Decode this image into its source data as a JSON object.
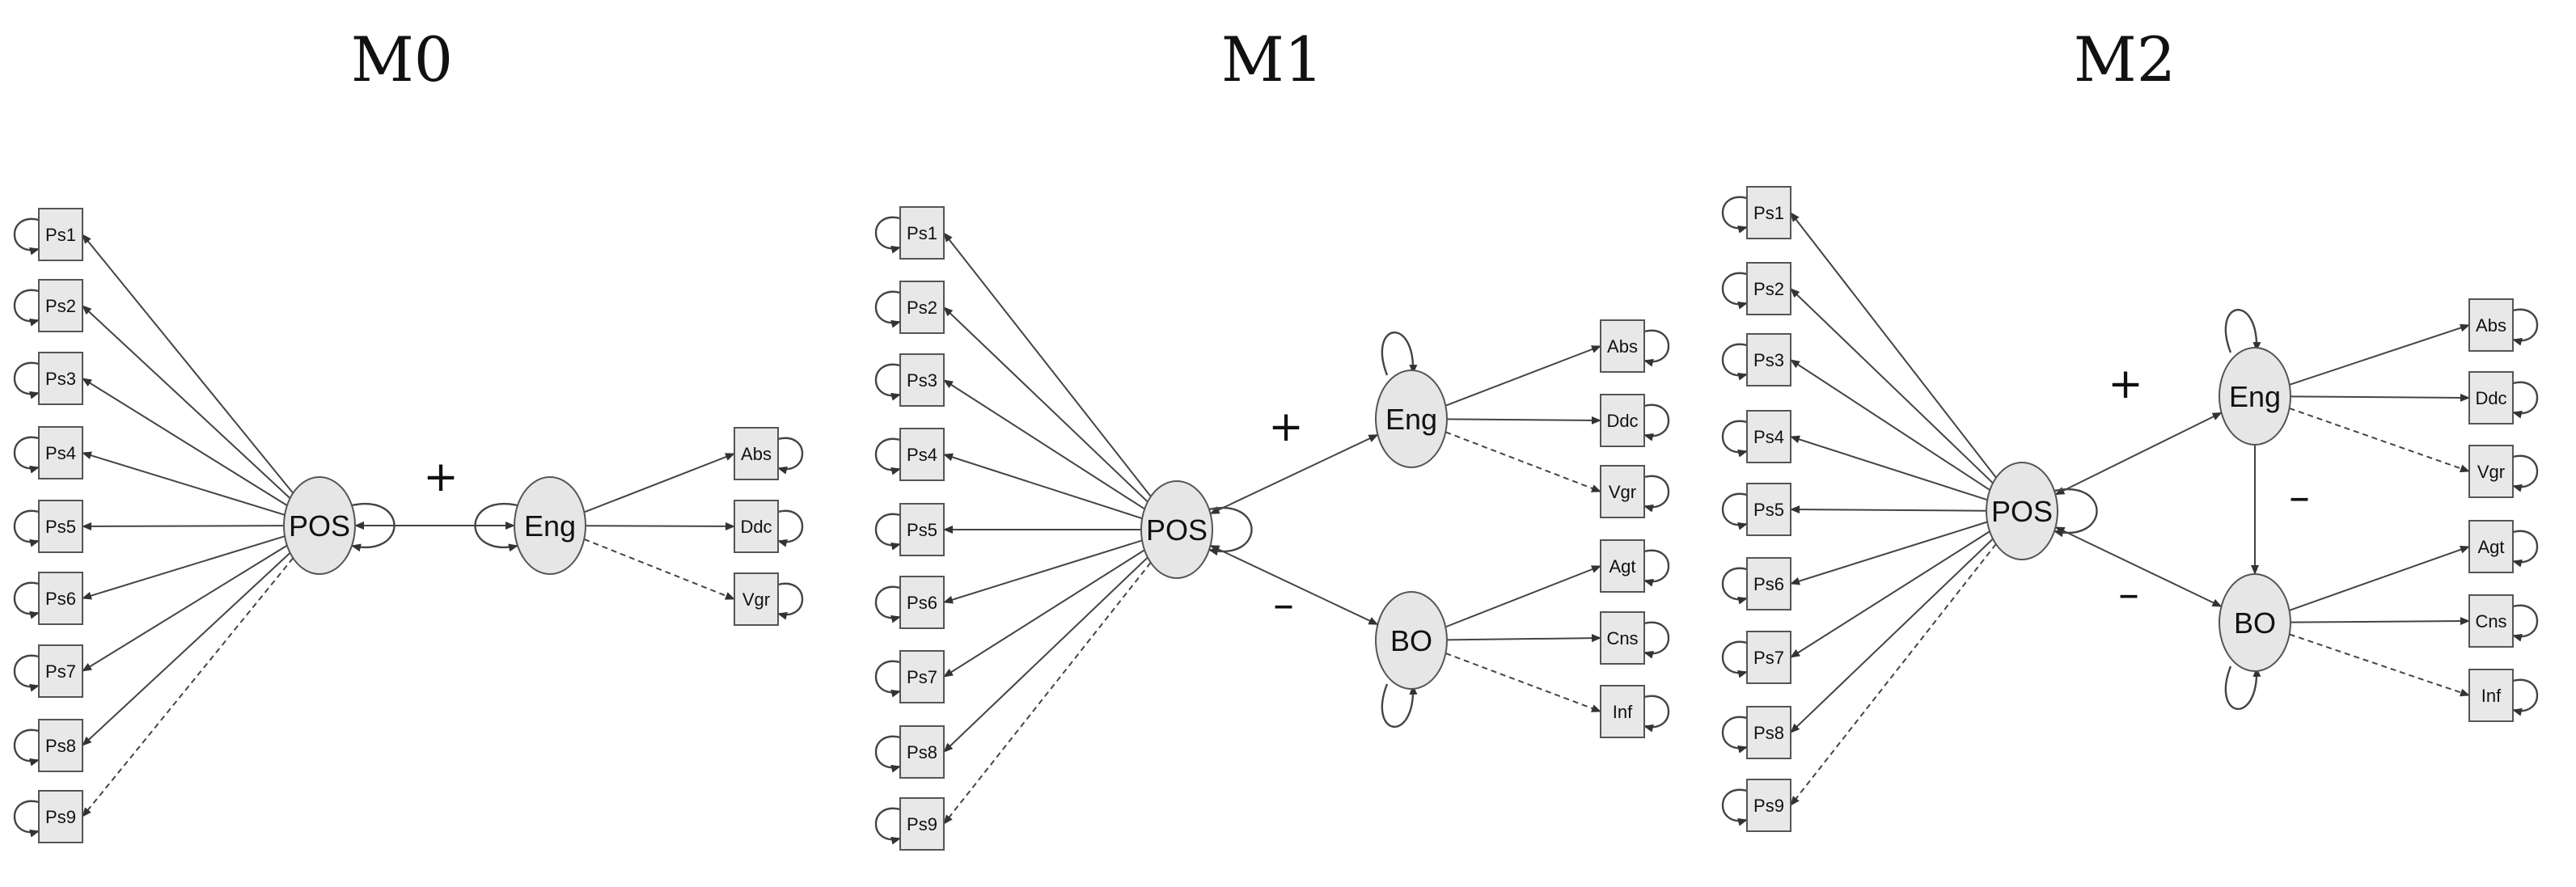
{
  "models": [
    {
      "id": "M0",
      "title": "M0",
      "latents": [
        {
          "id": "POS",
          "label": "POS"
        },
        {
          "id": "Eng",
          "label": "Eng"
        }
      ],
      "indicators": [
        {
          "label": "Ps1",
          "factor": "POS"
        },
        {
          "label": "Ps2",
          "factor": "POS"
        },
        {
          "label": "Ps3",
          "factor": "POS"
        },
        {
          "label": "Ps4",
          "factor": "POS"
        },
        {
          "label": "Ps5",
          "factor": "POS"
        },
        {
          "label": "Ps6",
          "factor": "POS"
        },
        {
          "label": "Ps7",
          "factor": "POS"
        },
        {
          "label": "Ps8",
          "factor": "POS"
        },
        {
          "label": "Ps9",
          "factor": "POS",
          "fixed": true
        },
        {
          "label": "Abs",
          "factor": "Eng"
        },
        {
          "label": "Ddc",
          "factor": "Eng"
        },
        {
          "label": "Vgr",
          "factor": "Eng",
          "fixed": true
        }
      ],
      "paths": [
        {
          "from": "POS",
          "to": "Eng",
          "sign": "+"
        }
      ]
    },
    {
      "id": "M1",
      "title": "M1",
      "latents": [
        {
          "id": "POS",
          "label": "POS"
        },
        {
          "id": "Eng",
          "label": "Eng"
        },
        {
          "id": "BO",
          "label": "BO"
        }
      ],
      "indicators": [
        {
          "label": "Ps1",
          "factor": "POS"
        },
        {
          "label": "Ps2",
          "factor": "POS"
        },
        {
          "label": "Ps3",
          "factor": "POS"
        },
        {
          "label": "Ps4",
          "factor": "POS"
        },
        {
          "label": "Ps5",
          "factor": "POS"
        },
        {
          "label": "Ps6",
          "factor": "POS"
        },
        {
          "label": "Ps7",
          "factor": "POS"
        },
        {
          "label": "Ps8",
          "factor": "POS"
        },
        {
          "label": "Ps9",
          "factor": "POS",
          "fixed": true
        },
        {
          "label": "Abs",
          "factor": "Eng"
        },
        {
          "label": "Ddc",
          "factor": "Eng"
        },
        {
          "label": "Vgr",
          "factor": "Eng",
          "fixed": true
        },
        {
          "label": "Agt",
          "factor": "BO"
        },
        {
          "label": "Cns",
          "factor": "BO"
        },
        {
          "label": "Inf",
          "factor": "BO",
          "fixed": true
        }
      ],
      "paths": [
        {
          "from": "POS",
          "to": "Eng",
          "sign": "+"
        },
        {
          "from": "POS",
          "to": "BO",
          "sign": "–"
        }
      ]
    },
    {
      "id": "M2",
      "title": "M2",
      "latents": [
        {
          "id": "POS",
          "label": "POS"
        },
        {
          "id": "Eng",
          "label": "Eng"
        },
        {
          "id": "BO",
          "label": "BO"
        }
      ],
      "indicators": [
        {
          "label": "Ps1",
          "factor": "POS"
        },
        {
          "label": "Ps2",
          "factor": "POS"
        },
        {
          "label": "Ps3",
          "factor": "POS"
        },
        {
          "label": "Ps4",
          "factor": "POS"
        },
        {
          "label": "Ps5",
          "factor": "POS"
        },
        {
          "label": "Ps6",
          "factor": "POS"
        },
        {
          "label": "Ps7",
          "factor": "POS"
        },
        {
          "label": "Ps8",
          "factor": "POS"
        },
        {
          "label": "Ps9",
          "factor": "POS",
          "fixed": true
        },
        {
          "label": "Abs",
          "factor": "Eng"
        },
        {
          "label": "Ddc",
          "factor": "Eng"
        },
        {
          "label": "Vgr",
          "factor": "Eng",
          "fixed": true
        },
        {
          "label": "Agt",
          "factor": "BO"
        },
        {
          "label": "Cns",
          "factor": "BO"
        },
        {
          "label": "Inf",
          "factor": "BO",
          "fixed": true
        }
      ],
      "paths": [
        {
          "from": "POS",
          "to": "Eng",
          "sign": "+"
        },
        {
          "from": "POS",
          "to": "BO",
          "sign": "–"
        },
        {
          "from": "Eng",
          "to": "BO",
          "sign": "–"
        }
      ]
    }
  ]
}
